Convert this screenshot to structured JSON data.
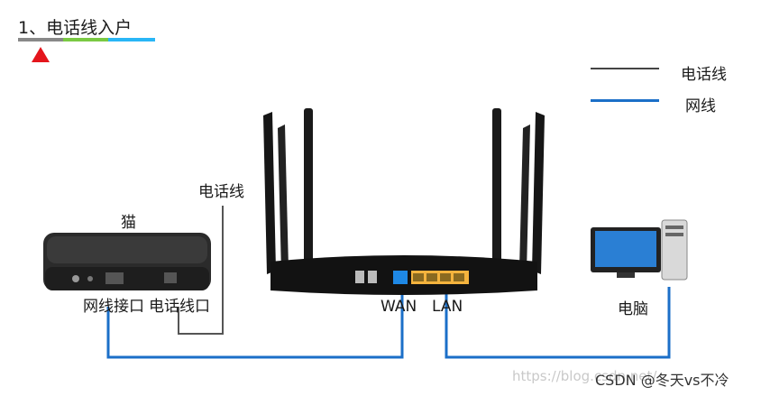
{
  "title": "1、电话线入户",
  "colors": {
    "segments": [
      "#888888",
      "#7ac943",
      "#29b6f6"
    ],
    "marker": "#e4151c",
    "phone_line": "#555555",
    "network_line": "#1b6fc8"
  },
  "legend": {
    "phone_line": "电话线",
    "network_line": "网线"
  },
  "modem": {
    "label": "猫",
    "port_network": "网线接口",
    "port_phone": "电话线口"
  },
  "phone_line_label": "电话线",
  "router": {
    "wan": "WAN",
    "lan": "LAN"
  },
  "computer": {
    "label": "电脑"
  },
  "watermark": "https://blog.csdn.net/",
  "credit": "CSDN @冬天vs不冷"
}
